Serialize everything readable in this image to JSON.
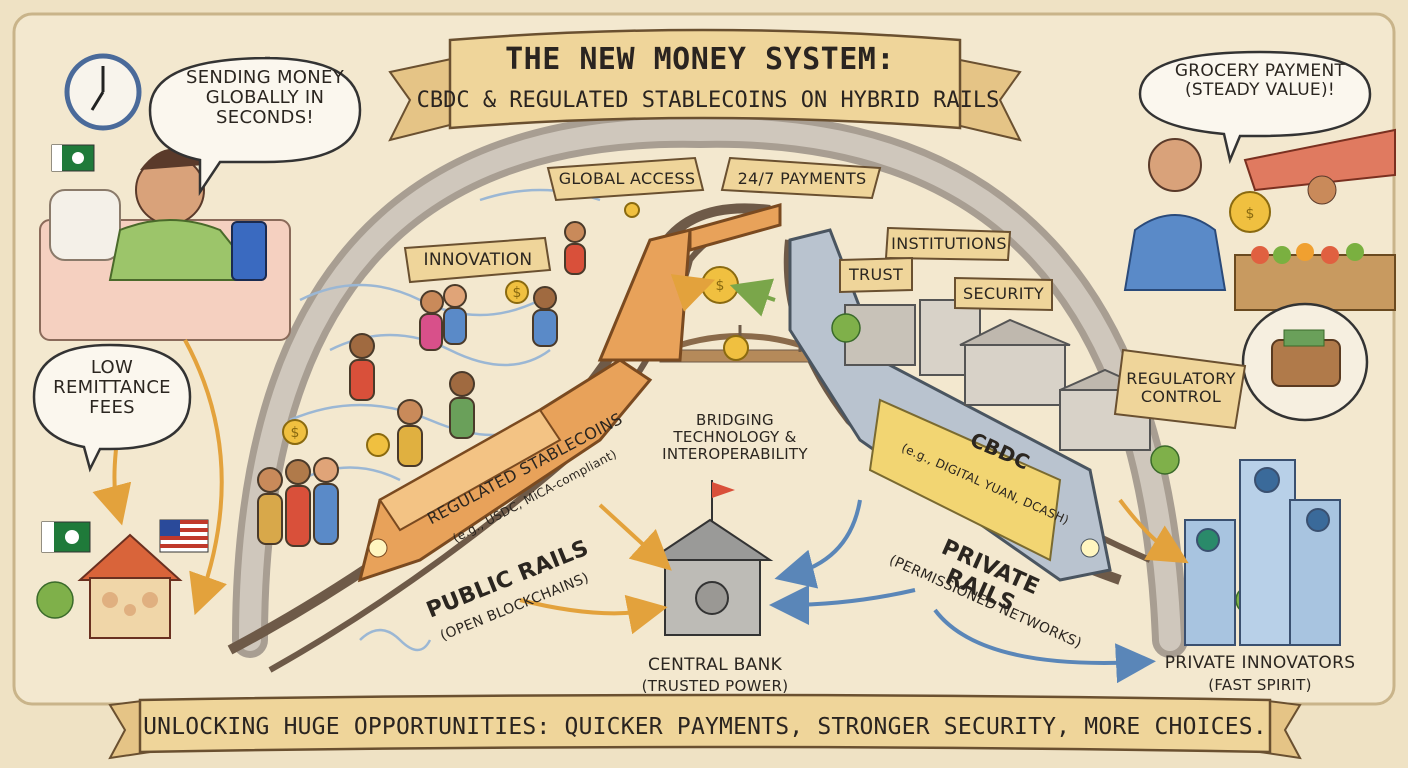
{
  "title": {
    "line1": "THE NEW MONEY SYSTEM:",
    "line2": "CBDC & REGULATED STABLECOINS ON HYBRID RAILS"
  },
  "bubbles": {
    "sending_money": "SENDING MONEY\nGLOBALLY IN\nSECONDS!",
    "low_remittance": "LOW\nREMITTANCE\nFEES",
    "grocery_payment": "GROCERY PAYMENT\n(STEADY VALUE)!"
  },
  "banners": {
    "global_access": "GLOBAL ACCESS",
    "payments_247": "24/7 PAYMENTS",
    "innovation": "INNOVATION",
    "institutions": "INSTITUTIONS",
    "trust": "TRUST",
    "security": "SECURITY",
    "regulatory_control": "REGULATORY\nCONTROL"
  },
  "trains": {
    "stablecoin_title": "REGULATED STABLECOINS",
    "stablecoin_sub": "(e.g., USDC, MiCA-compliant)",
    "cbdc_title": "CBDC",
    "cbdc_sub": "(e.g., DIGITAL YUAN, DCASH)"
  },
  "labels": {
    "bridging": "BRIDGING\nTECHNOLOGY &\nINTEROPERABILITY",
    "public_rails": "PUBLIC RAILS",
    "public_rails_sub": "(OPEN BLOCKCHAINS)",
    "private_rails": "PRIVATE RAILS",
    "private_rails_sub": "(PERMISSIONED NETWORKS)",
    "central_bank": "CENTRAL BANK",
    "central_bank_sub": "(TRUSTED POWER)",
    "private_innovators": "PRIVATE INNOVATORS",
    "private_innovators_sub": "(FAST SPIRIT)"
  },
  "footer": "UNLOCKING HUGE OPPORTUNITIES: QUICKER PAYMENTS, STRONGER SECURITY, MORE CHOICES.",
  "colors": {
    "parchment": "#efe2c4",
    "banner": "#efd59a",
    "stablecoin_train": "#e8a25a",
    "cbdc_train": "#b9c3cf",
    "cbdc_panel": "#f2d572",
    "arrow_blue": "#5a86b8",
    "arrow_orange": "#e3a23c"
  }
}
